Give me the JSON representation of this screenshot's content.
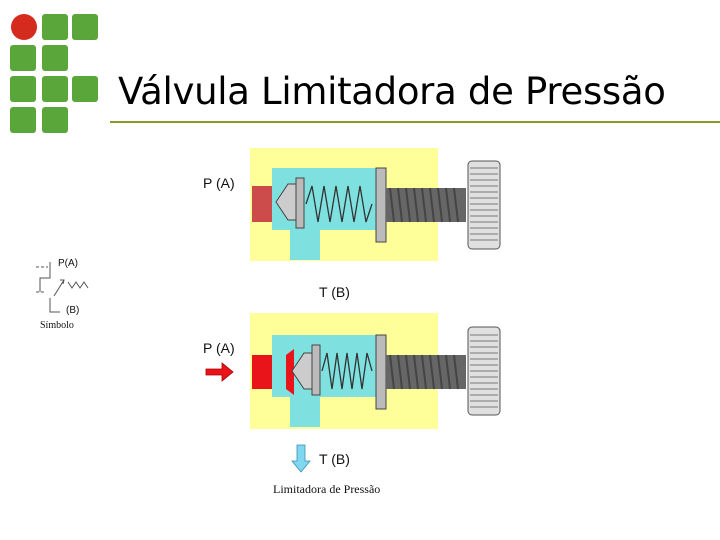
{
  "slide": {
    "title": "Válvula Limitadora de Pressão"
  },
  "diagram_top": {
    "inlet_label": "P (A)",
    "outlet_label": "T (B)"
  },
  "diagram_bottom": {
    "inlet_label": "P (A)",
    "outlet_label": "T (B)",
    "caption": "Limitadora de Pressão"
  },
  "symbol": {
    "port_p": "P(A)",
    "port_b": "(B)",
    "caption": "Símbolo"
  },
  "colors": {
    "logo_red": "#d52b1e",
    "logo_green": "#5aa63a",
    "title_rule": "#8a9a2a",
    "body_yellow": "#ffff99",
    "chamber_cyan": "#7fe0e0",
    "pressure_red": "#e8141a",
    "arrow_cyan": "#7fd8f0"
  }
}
